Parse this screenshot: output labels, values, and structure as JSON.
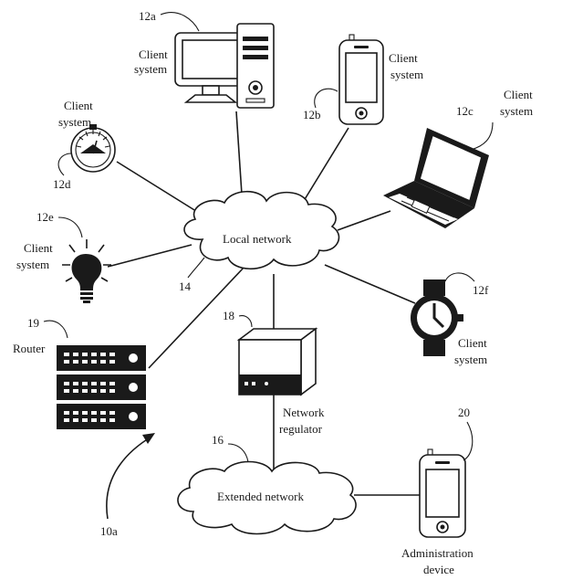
{
  "clouds": {
    "local": {
      "label": "Local network",
      "ref": "14"
    },
    "extended": {
      "label": "Extended network",
      "ref": "16"
    }
  },
  "nodes": {
    "desktop": {
      "label_line1": "Client",
      "label_line2": "system",
      "ref": "12a",
      "icon": "desktop-computer-icon"
    },
    "phone": {
      "label_line1": "Client",
      "label_line2": "system",
      "ref": "12b",
      "icon": "mobile-phone-icon"
    },
    "laptop": {
      "label_line1": "Client",
      "label_line2": "system",
      "ref": "12c",
      "icon": "laptop-icon"
    },
    "gauge": {
      "label_line1": "Client",
      "label_line2": "system",
      "ref": "12d",
      "icon": "gauge-icon"
    },
    "bulb": {
      "label_line1": "Client",
      "label_line2": "system",
      "ref": "12e",
      "icon": "light-bulb-icon"
    },
    "watch": {
      "label_line1": "Client",
      "label_line2": "system",
      "ref": "12f",
      "icon": "wristwatch-icon"
    },
    "router": {
      "label": "Router",
      "ref": "19",
      "icon": "router-rack-icon"
    },
    "regulator": {
      "label_line1": "Network",
      "label_line2": "regulator",
      "ref": "18",
      "icon": "network-regulator-box-icon"
    },
    "admin": {
      "label_line1": "Administration",
      "label_line2": "device",
      "ref": "20",
      "icon": "mobile-phone-icon"
    }
  },
  "system_ref": "10a"
}
